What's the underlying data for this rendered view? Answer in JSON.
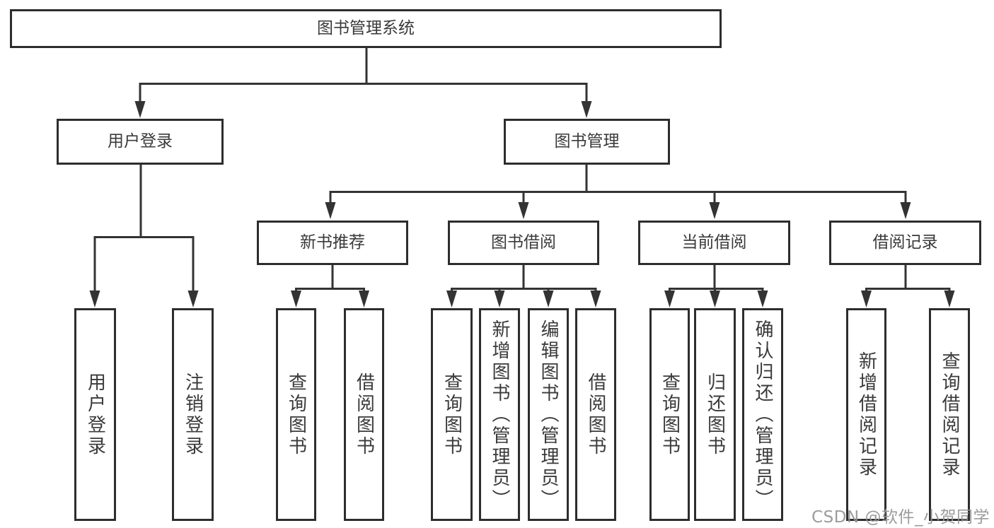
{
  "colors": {
    "line": "#333333",
    "border": "#2d2d2d",
    "text": "#3a3a3a",
    "background": "#ffffff",
    "watermark": "#949494"
  },
  "watermark": {
    "text": "CSDN @软件_小贺同学"
  },
  "tree": {
    "label": "图书管理系统",
    "children": [
      {
        "label": "用户登录",
        "children": [
          {
            "label": "用户登录"
          },
          {
            "label": "注销登录"
          }
        ]
      },
      {
        "label": "图书管理",
        "children": [
          {
            "label": "新书推荐",
            "children": [
              {
                "label": "查询图书"
              },
              {
                "label": "借阅图书"
              }
            ]
          },
          {
            "label": "图书借阅",
            "children": [
              {
                "label": "查询图书"
              },
              {
                "label": "新增图书（管理员）"
              },
              {
                "label": "编辑图书（管理员）"
              },
              {
                "label": "借阅图书"
              }
            ]
          },
          {
            "label": "当前借阅",
            "children": [
              {
                "label": "查询图书"
              },
              {
                "label": "归还图书"
              },
              {
                "label": "确认归还（管理员）"
              }
            ]
          },
          {
            "label": "借阅记录",
            "children": [
              {
                "label": "新增借阅记录"
              },
              {
                "label": "查询借阅记录"
              }
            ]
          }
        ]
      }
    ]
  }
}
